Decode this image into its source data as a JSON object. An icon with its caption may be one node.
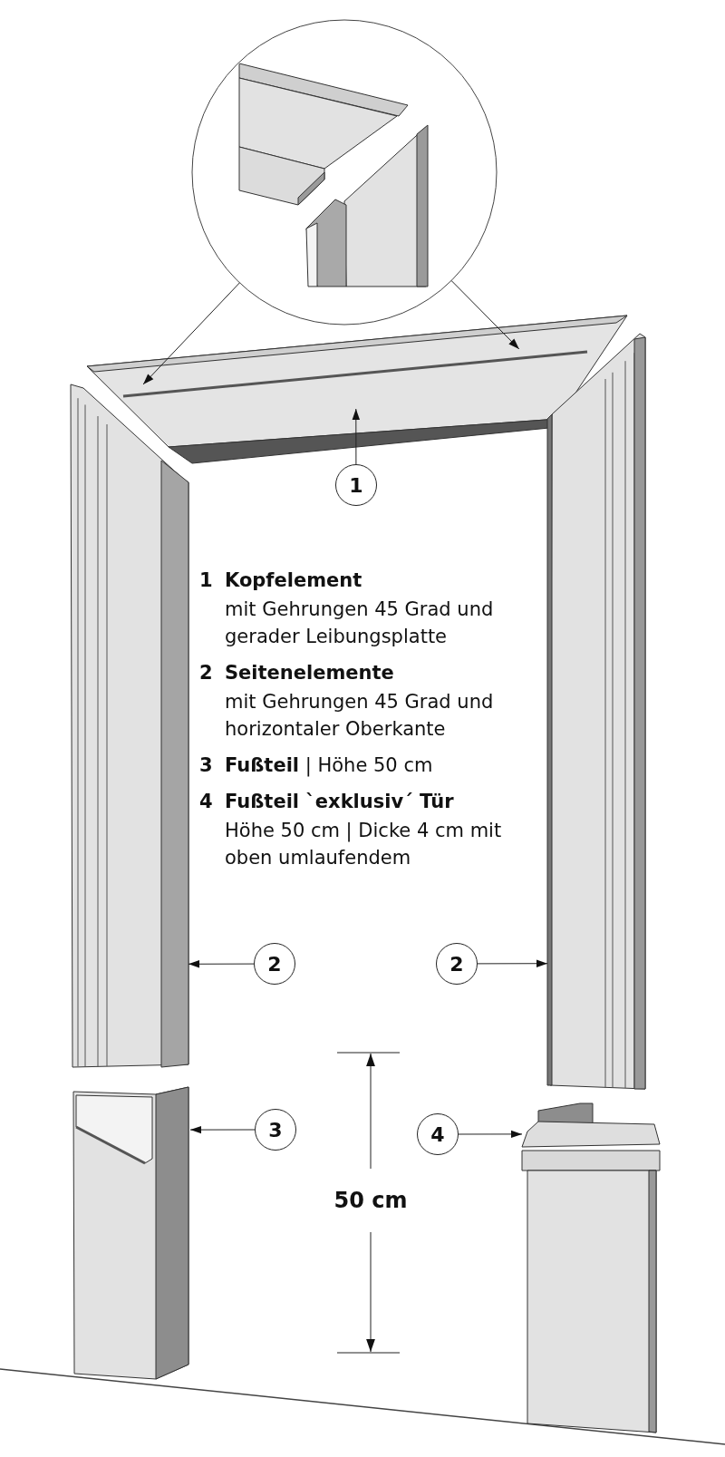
{
  "diagram": {
    "nodes": [
      {
        "text": [],
        "shape": "circle"
      },
      {
        "text": [],
        "shape": "picture"
      },
      {
        "text": [],
        "shape": "picture"
      },
      {
        "text": [],
        "shape": "picture"
      },
      {
        "text": [
          "1"
        ]
      },
      {
        "text": [
          "2"
        ]
      },
      {
        "text": [
          "2"
        ]
      },
      {
        "text": [],
        "shape": "picture"
      },
      {
        "text": [],
        "shape": "picture"
      },
      {
        "text": [
          "3"
        ]
      },
      {
        "text": [
          "4"
        ]
      }
    ],
    "edges": [
      {
        "from": 0,
        "to": 1,
        "arrow": "to"
      },
      {
        "from": 0,
        "to": 1,
        "arrow": "to"
      },
      {
        "from": 4,
        "to": 1,
        "arrow": "to"
      },
      {
        "from": 5,
        "to": 2,
        "arrow": "to"
      },
      {
        "from": 6,
        "to": 3,
        "arrow": "to"
      },
      {
        "from": 9,
        "to": 7,
        "arrow": "to"
      },
      {
        "from": 10,
        "to": 8,
        "arrow": "to"
      }
    ],
    "labels": [
      "1",
      "Kopfelement",
      "mit Gehrungen 45 Grad und gerader Leibungsplatte",
      "2",
      "Seitenelemente",
      "mit Gehrungen 45 Grad und horizontaler Oberkante",
      "3",
      "**Fußteil** | Höhe 50 cm",
      "4",
      "Fußteil `exklusiv´ Tür",
      "Höhe 50 cm | Dicke 4 cm mit oben umlaufendem",
      "50 cm"
    ]
  }
}
